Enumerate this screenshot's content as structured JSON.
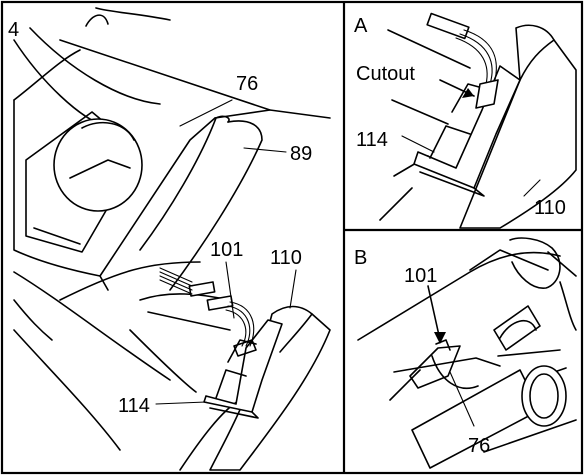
{
  "step_number": "4",
  "main_panel": {
    "labels": {
      "part_76": "76",
      "part_89": "89",
      "part_101": "101",
      "part_110": "110",
      "part_114": "114"
    }
  },
  "inset_a": {
    "letter": "A",
    "labels": {
      "cutout": "Cutout",
      "part_114": "114",
      "part_110": "110"
    }
  },
  "inset_b": {
    "letter": "B",
    "labels": {
      "part_101": "101",
      "part_76": "76"
    }
  }
}
